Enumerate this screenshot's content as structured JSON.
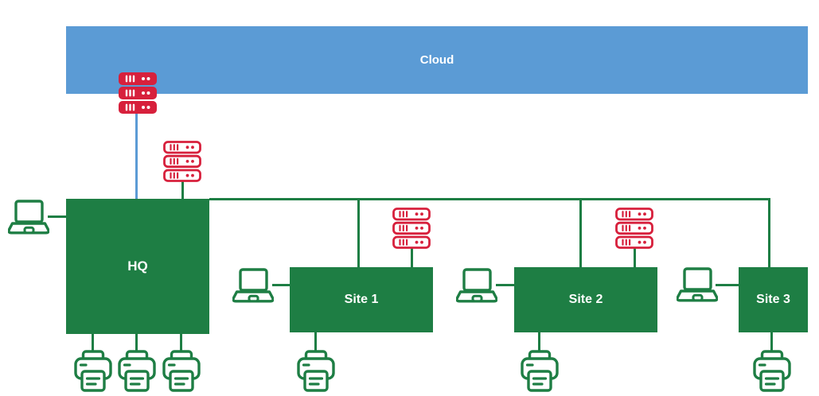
{
  "colors": {
    "cloud_fill": "#5B9BD5",
    "shape_green": "#1E7E44",
    "server_red": "#D7203C",
    "label_text": "#FFFFFF",
    "background": "#FFFFFF"
  },
  "nodes": {
    "cloud": {
      "label": "Cloud"
    },
    "hq": {
      "label": "HQ"
    },
    "site1": {
      "label": "Site 1"
    },
    "site2": {
      "label": "Site 2"
    },
    "site3": {
      "label": "Site 3"
    }
  },
  "devices": {
    "servers": [
      {
        "style": "solid-red",
        "location": "between Cloud and HQ"
      },
      {
        "style": "outline-red",
        "location": "above HQ"
      },
      {
        "style": "outline-red",
        "location": "above Site 1"
      },
      {
        "style": "outline-red",
        "location": "above Site 2"
      }
    ],
    "laptops": [
      {
        "attached_to": "HQ"
      },
      {
        "attached_to": "Site 1"
      },
      {
        "attached_to": "Site 2"
      },
      {
        "attached_to": "Site 3"
      }
    ],
    "printers": [
      {
        "attached_to": "HQ"
      },
      {
        "attached_to": "HQ"
      },
      {
        "attached_to": "HQ"
      },
      {
        "attached_to": "Site 1"
      },
      {
        "attached_to": "Site 2"
      },
      {
        "attached_to": "Site 3"
      }
    ]
  },
  "connections": [
    {
      "from": "Cloud",
      "to": "HQ",
      "via": "server stack",
      "color": "blue"
    },
    {
      "from": "HQ",
      "to": "Site 1",
      "color": "green"
    },
    {
      "from": "HQ",
      "to": "Site 2",
      "color": "green"
    },
    {
      "from": "HQ",
      "to": "Site 3",
      "color": "green"
    }
  ]
}
